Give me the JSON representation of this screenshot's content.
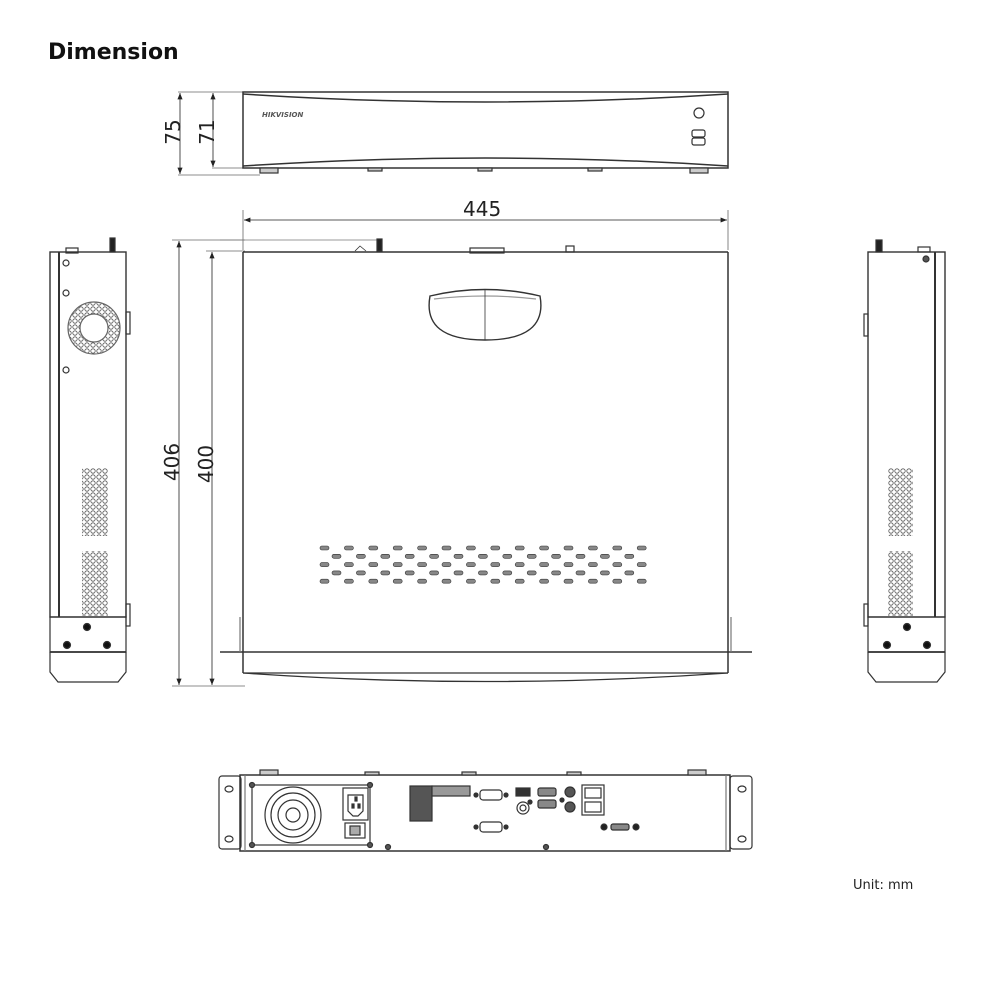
{
  "title": "Dimension",
  "unit_label": "Unit: mm",
  "brand": "HIKVISION",
  "dimensions": {
    "overall_height": "75",
    "body_height": "71",
    "width": "445",
    "overall_depth": "406",
    "body_depth": "400"
  },
  "views": {
    "front": "front-view",
    "top": "top-view",
    "left_side": "left-side-view",
    "right_side": "right-side-view",
    "rear": "rear-view"
  },
  "colors": {
    "line": "#333333",
    "text": "#222222",
    "background": "#ffffff"
  }
}
